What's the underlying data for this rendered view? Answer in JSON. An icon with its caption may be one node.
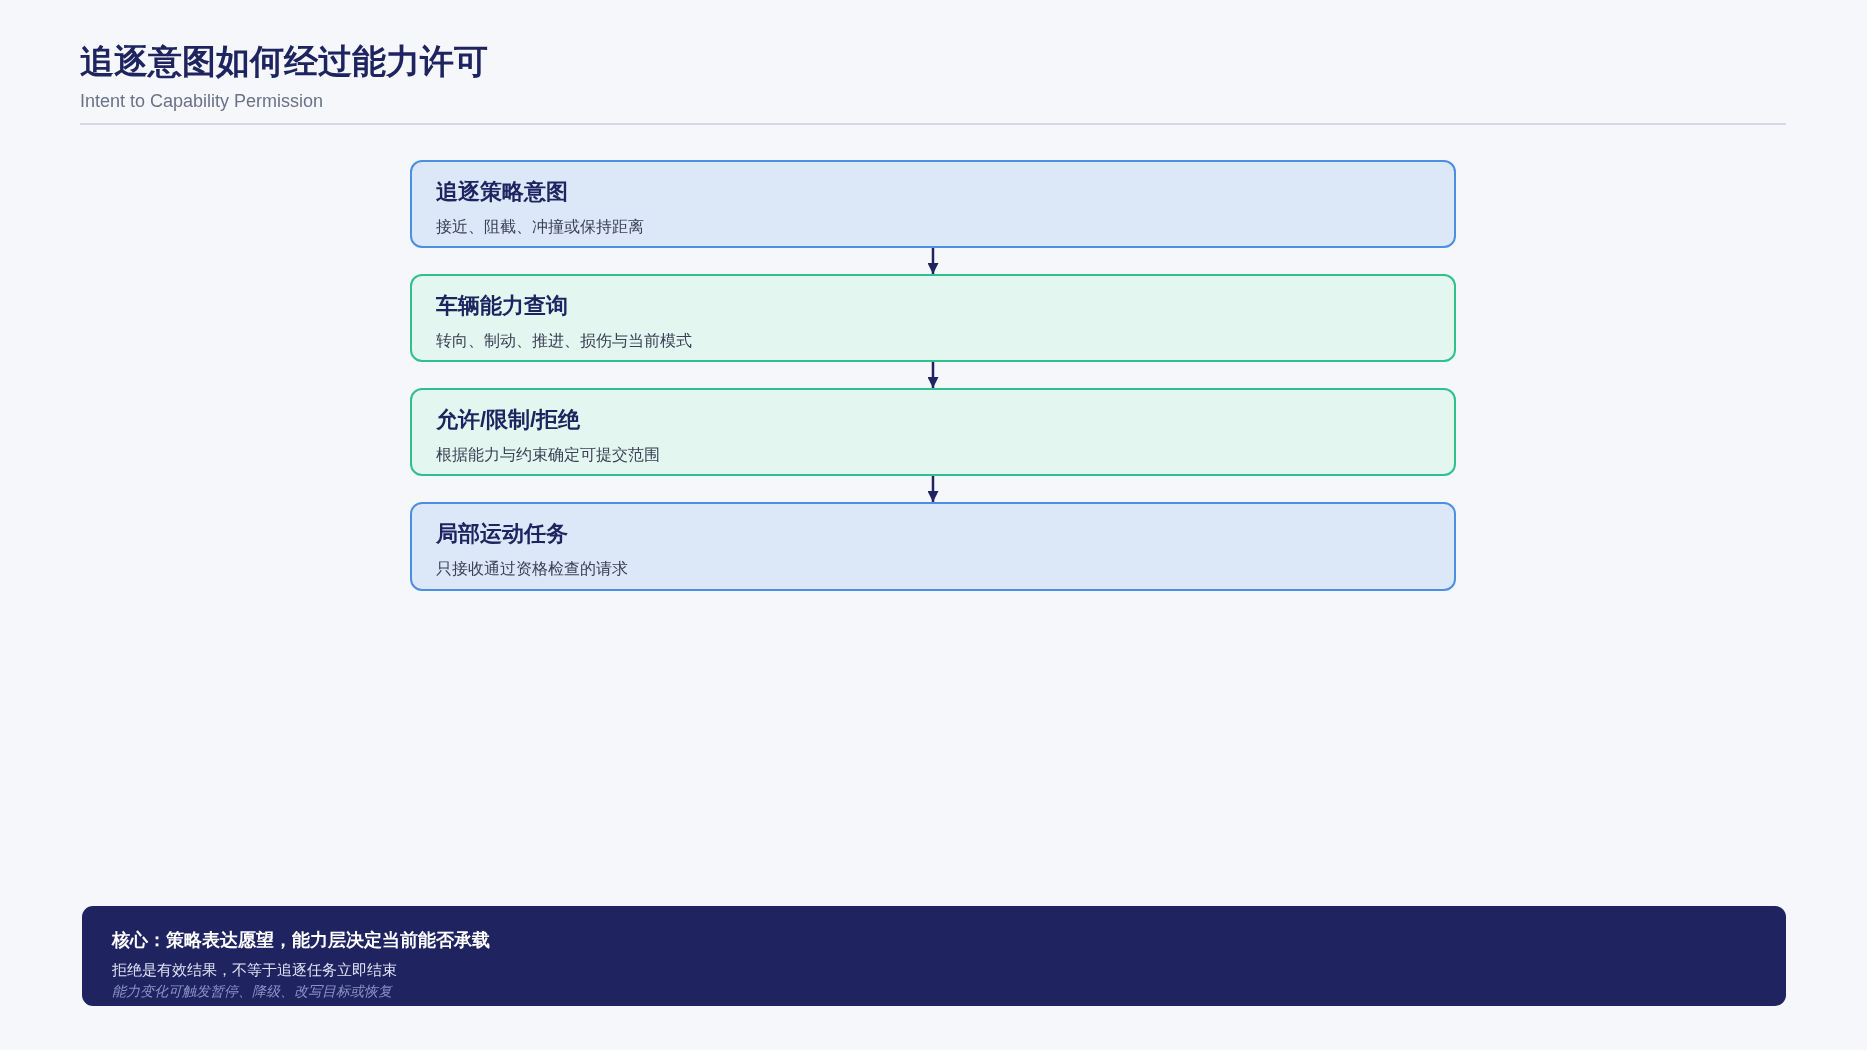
{
  "diagram": {
    "title": "追逐意图如何经过能力许可",
    "nodes": [
      {
        "text": [
          "追逐策略意图",
          "接近、阻截、冲撞或保持距离"
        ]
      },
      {
        "text": [
          "车辆能力查询",
          "转向、制动、推进、损伤与当前模式"
        ]
      },
      {
        "text": [
          "允许/限制/拒绝",
          "根据能力与约束确定可提交范围"
        ]
      },
      {
        "text": [
          "局部运动任务",
          "只接收通过资格检查的请求"
        ]
      },
      {
        "text": [
          "核心：策略表达愿望，能力层决定当前能否承载",
          "拒绝是有效结果，不等于追逐任务立即结束",
          "能力变化可触发暂停、降级、改写目标或恢复"
        ]
      }
    ],
    "edges": [
      {
        "from": 0,
        "to": 1,
        "arrow": "to"
      },
      {
        "from": 1,
        "to": 2,
        "arrow": "to"
      },
      {
        "from": 2,
        "to": 3,
        "arrow": "to"
      }
    ],
    "labels": [
      "Intent to Capability Permission"
    ]
  }
}
